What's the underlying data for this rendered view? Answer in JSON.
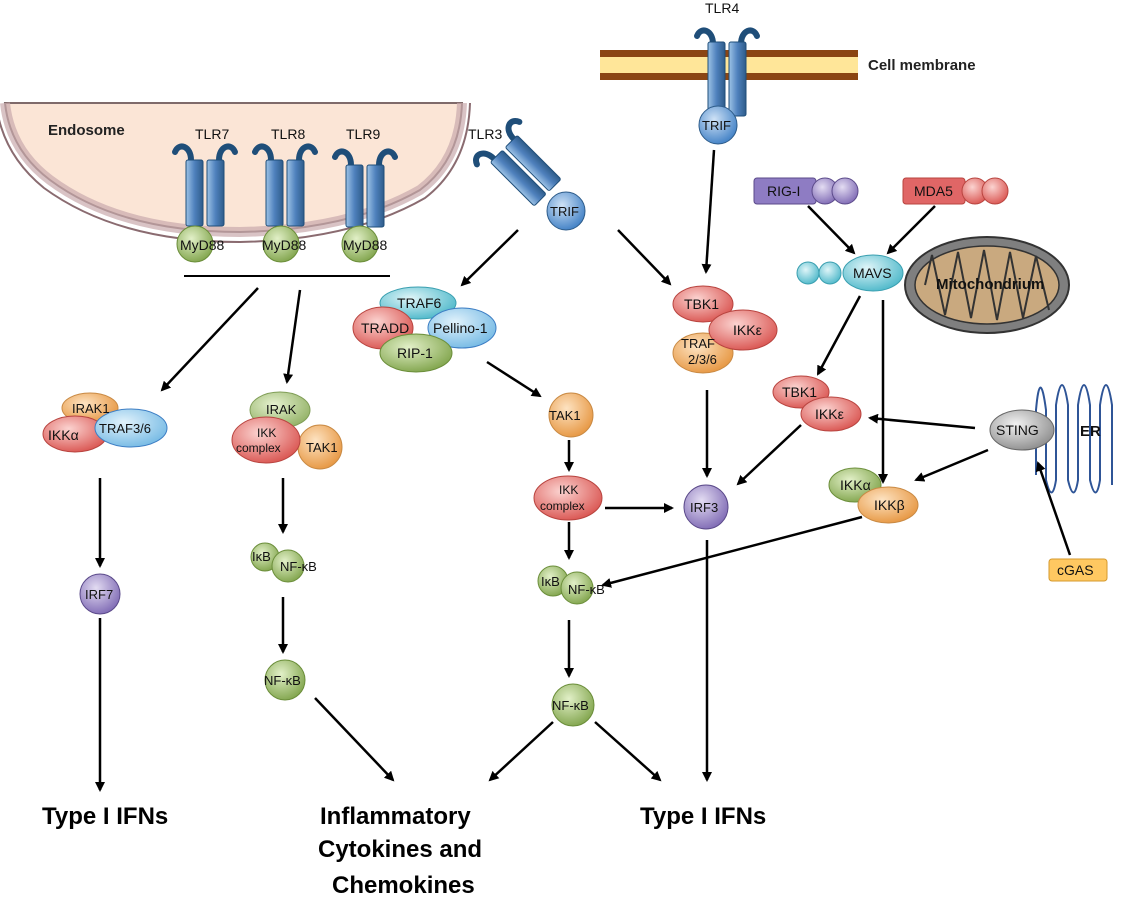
{
  "labels": {
    "endosome": "Endosome",
    "cell_membrane": "Cell membrane",
    "mitochondrion": "Mitochondrium",
    "er": "ER"
  },
  "receptors": {
    "tlr7": "TLR7",
    "tlr8": "TLR8",
    "tlr9": "TLR9",
    "tlr3": "TLR3",
    "tlr4": "TLR4"
  },
  "adaptors": {
    "myd88": "MyD88",
    "trif": "TRIF"
  },
  "sensors": {
    "rig_i": "RIG-I",
    "mda5": "MDA5",
    "mavs": "MAVS",
    "sting": "STING",
    "cgas": "cGAS"
  },
  "nodes": {
    "traf6": "TRAF6",
    "tradd": "TRADD",
    "pellino1": "Pellino-1",
    "rip1": "RIP-1",
    "tbk1": "TBK1",
    "ikke": "IKKε",
    "traf_a": "TRAF",
    "traf_b": "2/3/6",
    "irak1": "IRAK1",
    "ikka": "IKKα",
    "ikkb": "IKKβ",
    "traf36": "TRAF3/6",
    "irak": "IRAK",
    "ikk_a": "IKK",
    "ikk_b": "complex",
    "tak1": "TAK1",
    "ikb": "IκB",
    "nfkb": "NF-κB",
    "irf7": "IRF7",
    "irf3": "IRF3"
  },
  "outputs": {
    "type1_ifns": "Type I IFNs",
    "inflam_1": "Inflammatory",
    "inflam_2": "Cytokines and",
    "inflam_3": "Chemokines"
  },
  "colors": {
    "receptor_fill": "#4f81bd",
    "receptor_dark": "#1f4e79",
    "myd88": "#9bbb59",
    "trif": "#5b9bd5",
    "red_node": "#e06666",
    "orange_node": "#f6b26b",
    "green_node": "#93c47d",
    "purple_node": "#8e7cc3",
    "teal_node": "#76d5e0",
    "grey_node": "#a6a6a6",
    "endosome_fill": "#fbe5d6",
    "membrane_brown": "#8b4513",
    "membrane_yellow": "#ffe699"
  }
}
